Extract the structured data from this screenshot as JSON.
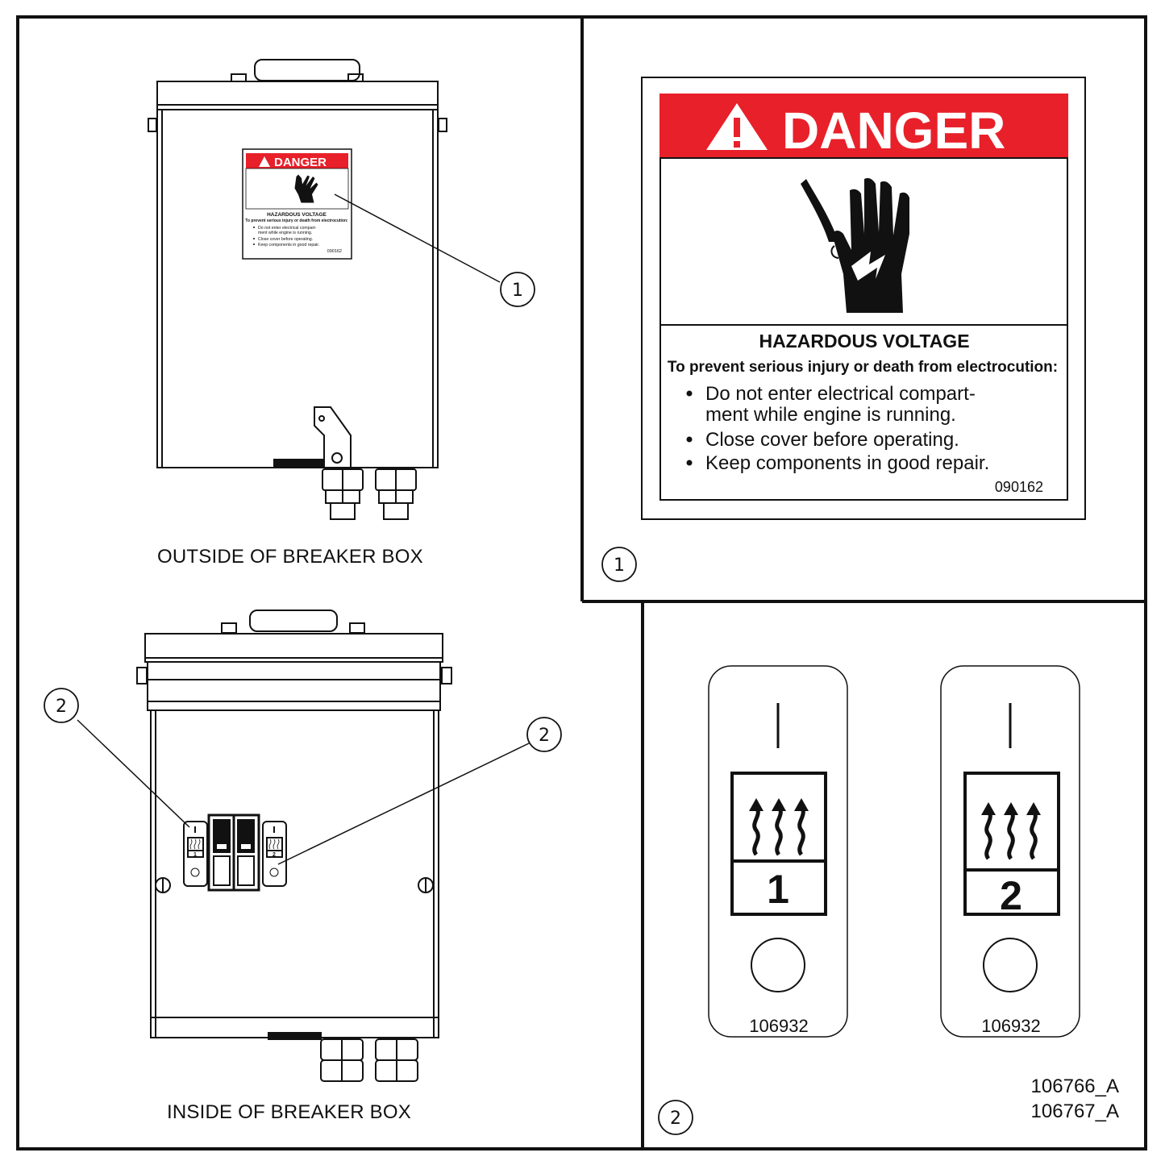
{
  "captions": {
    "outside": "OUTSIDE OF BREAKER BOX",
    "inside": "INSIDE OF BREAKER BOX"
  },
  "callouts": {
    "one": "1",
    "two": "2"
  },
  "danger_decal": {
    "header": "DANGER",
    "heading": "HAZARDOUS VOLTAGE",
    "intro": "To prevent serious injury or death from electrocution:",
    "bullet_1a": "Do not enter electrical compart-",
    "bullet_1b": "ment while engine is running.",
    "bullet_2": "Close cover before operating.",
    "bullet_3": "Keep components in good repair.",
    "part_number": "090162"
  },
  "breaker_decals": {
    "on_mark": "|",
    "circuit_1": "1",
    "circuit_2": "2",
    "part_number": "106932"
  },
  "drawing_numbers": {
    "line_1": "106766_A",
    "line_2": "106767_A"
  },
  "colors": {
    "danger_red": "#e8202a",
    "line": "#111111",
    "paper": "#ffffff"
  },
  "icons": {
    "warning": "warning-triangle-icon",
    "shock": "electric-shock-hand-icon",
    "heat": "heat-arrows-icon"
  }
}
